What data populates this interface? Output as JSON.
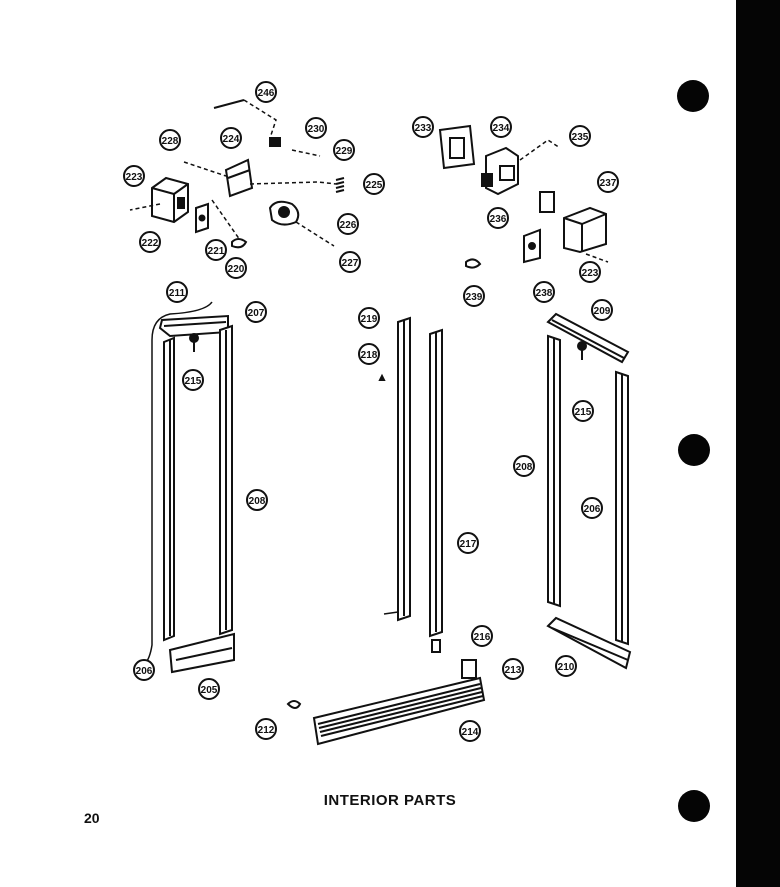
{
  "caption": "INTERIOR PARTS",
  "page_number": "20",
  "callouts": [
    "246",
    "230",
    "229",
    "228",
    "224",
    "225",
    "223",
    "222",
    "221",
    "220",
    "226",
    "227",
    "233",
    "234",
    "235",
    "237",
    "236",
    "238",
    "239",
    "223",
    "211",
    "207",
    "215",
    "208",
    "206",
    "205",
    "219",
    "218",
    "217",
    "216",
    "213",
    "214",
    "212",
    "209",
    "215",
    "208",
    "206",
    "210"
  ]
}
